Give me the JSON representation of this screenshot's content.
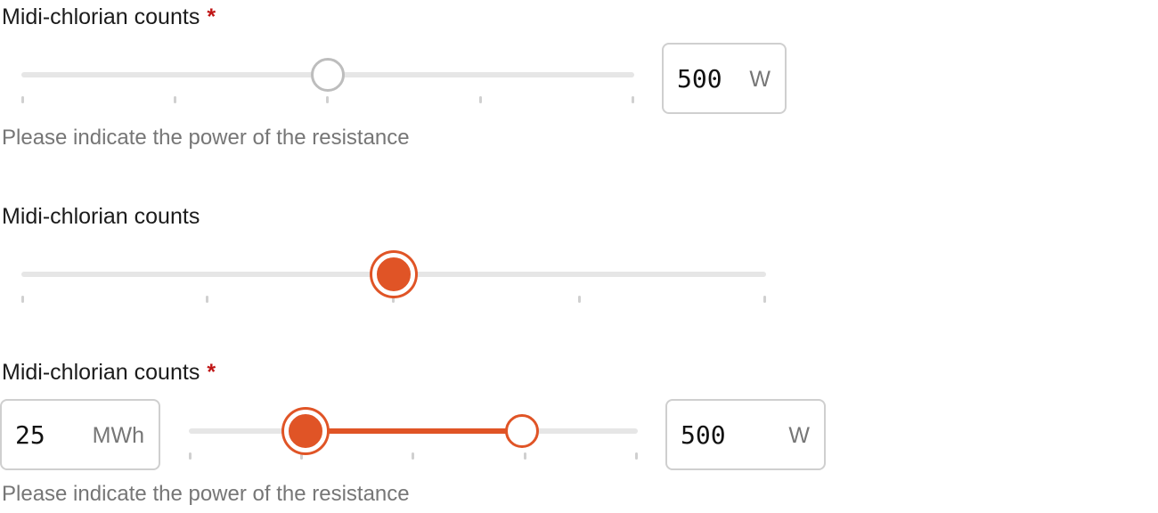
{
  "slider1": {
    "label": "Midi-chlorian counts",
    "required_mark": "*",
    "value": 500,
    "min": 0,
    "max": 1000,
    "input": {
      "value": "500",
      "unit": "W"
    },
    "help": "Please indicate the power of the resistance"
  },
  "slider2": {
    "label": "Midi-chlorian counts",
    "value": 50,
    "min": 0,
    "max": 100
  },
  "slider3": {
    "label": "Midi-chlorian counts",
    "required_mark": "*",
    "range_low_fraction": 0.26,
    "range_high_fraction": 0.75,
    "min_input": {
      "value": "25",
      "unit": "MWh"
    },
    "max_input": {
      "value": "500",
      "unit": "W"
    },
    "help": "Please indicate the power of the resistance"
  },
  "colors": {
    "accent": "#e05426",
    "track": "#e6e6e6",
    "border": "#cfcfcf",
    "required": "#c01616",
    "help_text": "#767676"
  }
}
